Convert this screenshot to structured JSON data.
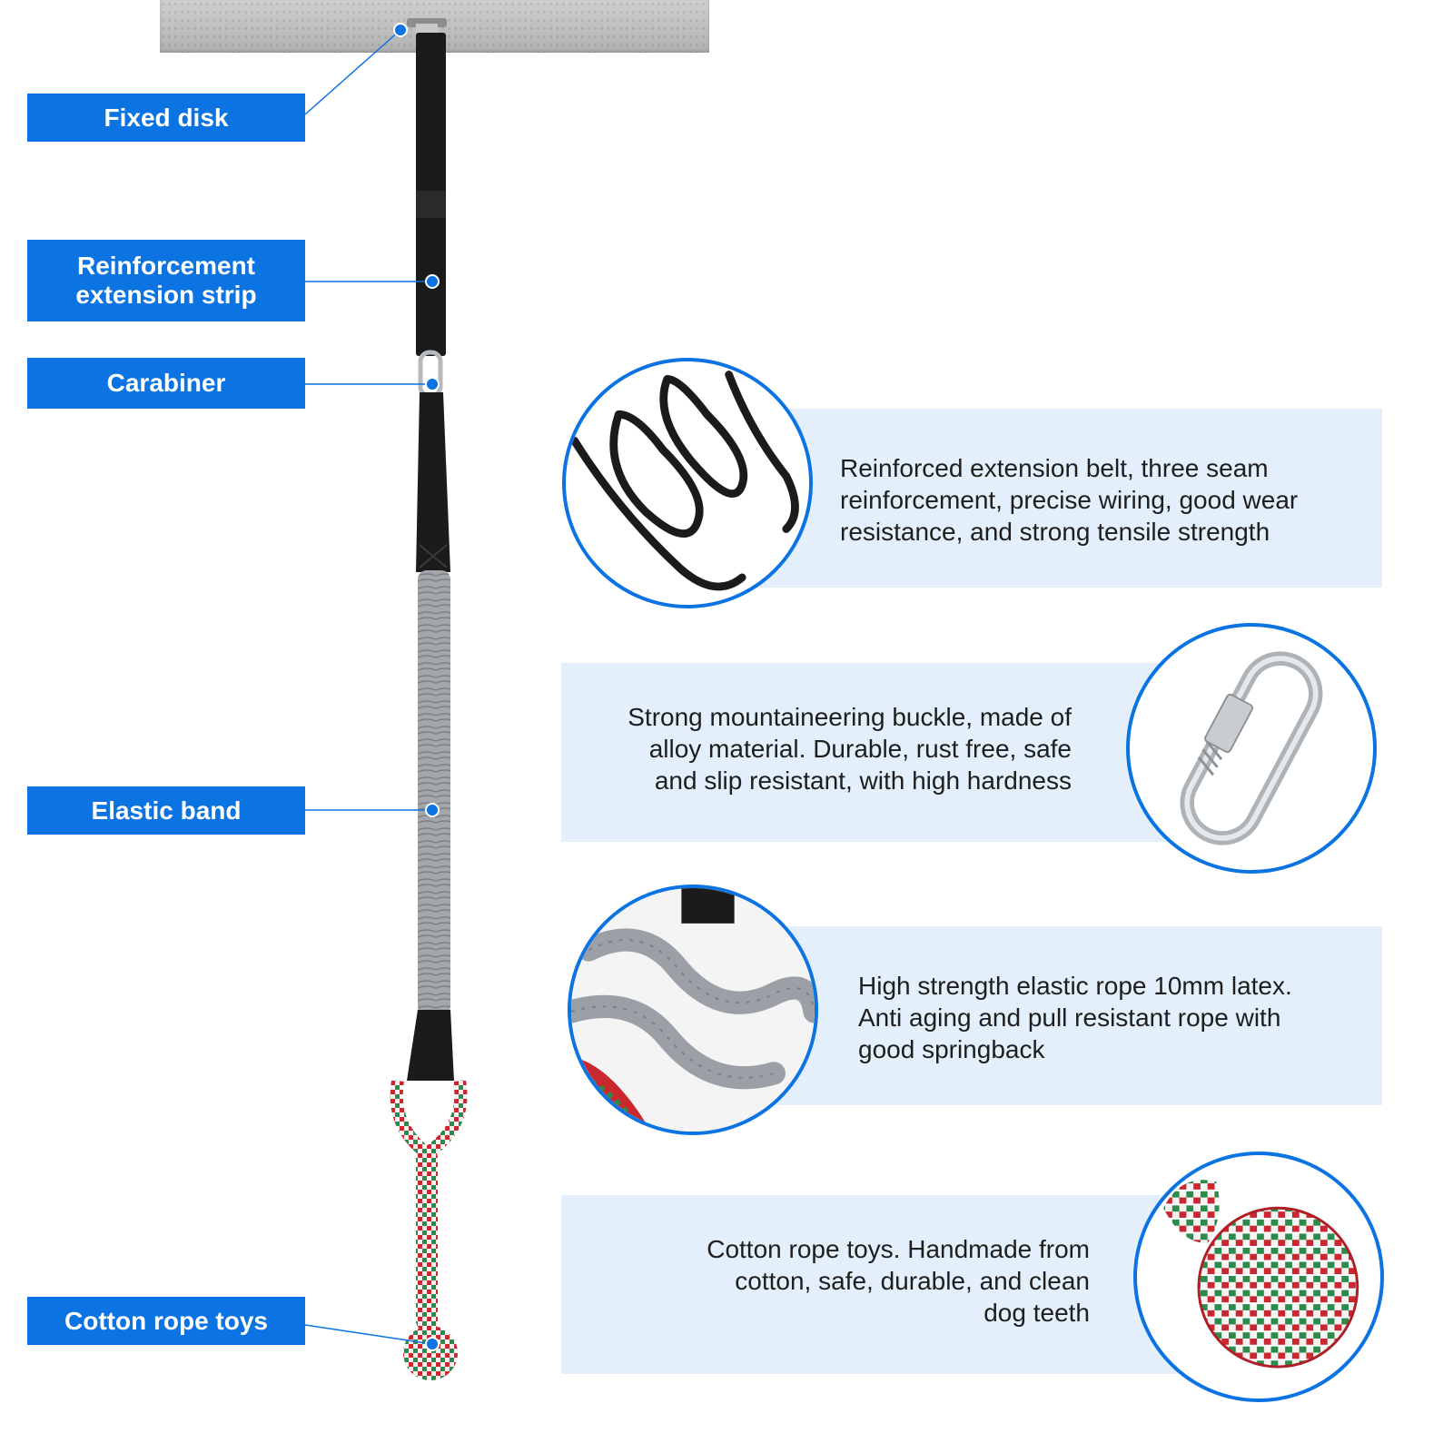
{
  "colors": {
    "accent": "#0b73e2",
    "panel": "#e3effb",
    "text": "#1e1e1e",
    "strap": "#1b1b1b",
    "elastic": "#9ea2a6",
    "rope_red": "#c8282e",
    "rope_green": "#2e8a4a"
  },
  "labels": [
    {
      "id": "fixed-disk",
      "text": "Fixed disk"
    },
    {
      "id": "reinforcement-strip",
      "text": "Reinforcement\nextension strip"
    },
    {
      "id": "carabiner",
      "text": "Carabiner"
    },
    {
      "id": "elastic-band",
      "text": "Elastic band"
    },
    {
      "id": "cotton-rope-toys",
      "text": "Cotton rope toys"
    }
  ],
  "features": [
    {
      "id": "belt",
      "icon": "strap-loops-icon",
      "text": "Reinforced extension belt, three seam\nreinforcement, precise wiring, good wear\nresistance, and strong tensile strength"
    },
    {
      "id": "buckle",
      "icon": "carabiner-icon",
      "text": "Strong mountaineering buckle, made of\nalloy material. Durable, rust free, safe\nand slip resistant, with high hardness"
    },
    {
      "id": "rope",
      "icon": "elastic-rope-icon",
      "text": "High strength elastic rope 10mm latex.\nAnti aging and pull resistant rope with\ngood springback"
    },
    {
      "id": "toy",
      "icon": "rope-ball-icon",
      "text": "Cotton rope toys. Handmade from\ncotton, safe, durable, and clean\ndog teeth"
    }
  ]
}
